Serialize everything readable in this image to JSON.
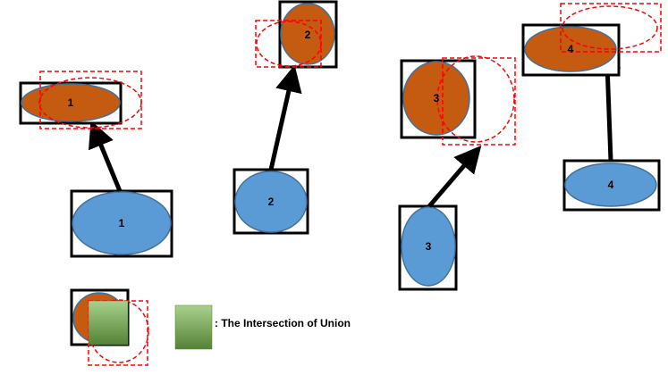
{
  "colors": {
    "blue": "#5B9BD5",
    "orange": "#C55A11",
    "dashed_red": "#FF0000",
    "green_top": "#A9D18E",
    "green_bottom": "#548235",
    "box": "#000000"
  },
  "objects": [
    {
      "id": "1",
      "label": "1"
    },
    {
      "id": "2",
      "label": "2"
    },
    {
      "id": "3",
      "label": "3"
    },
    {
      "id": "4",
      "label": "4"
    }
  ],
  "legend": {
    "text": ": The Intersection of Union"
  }
}
